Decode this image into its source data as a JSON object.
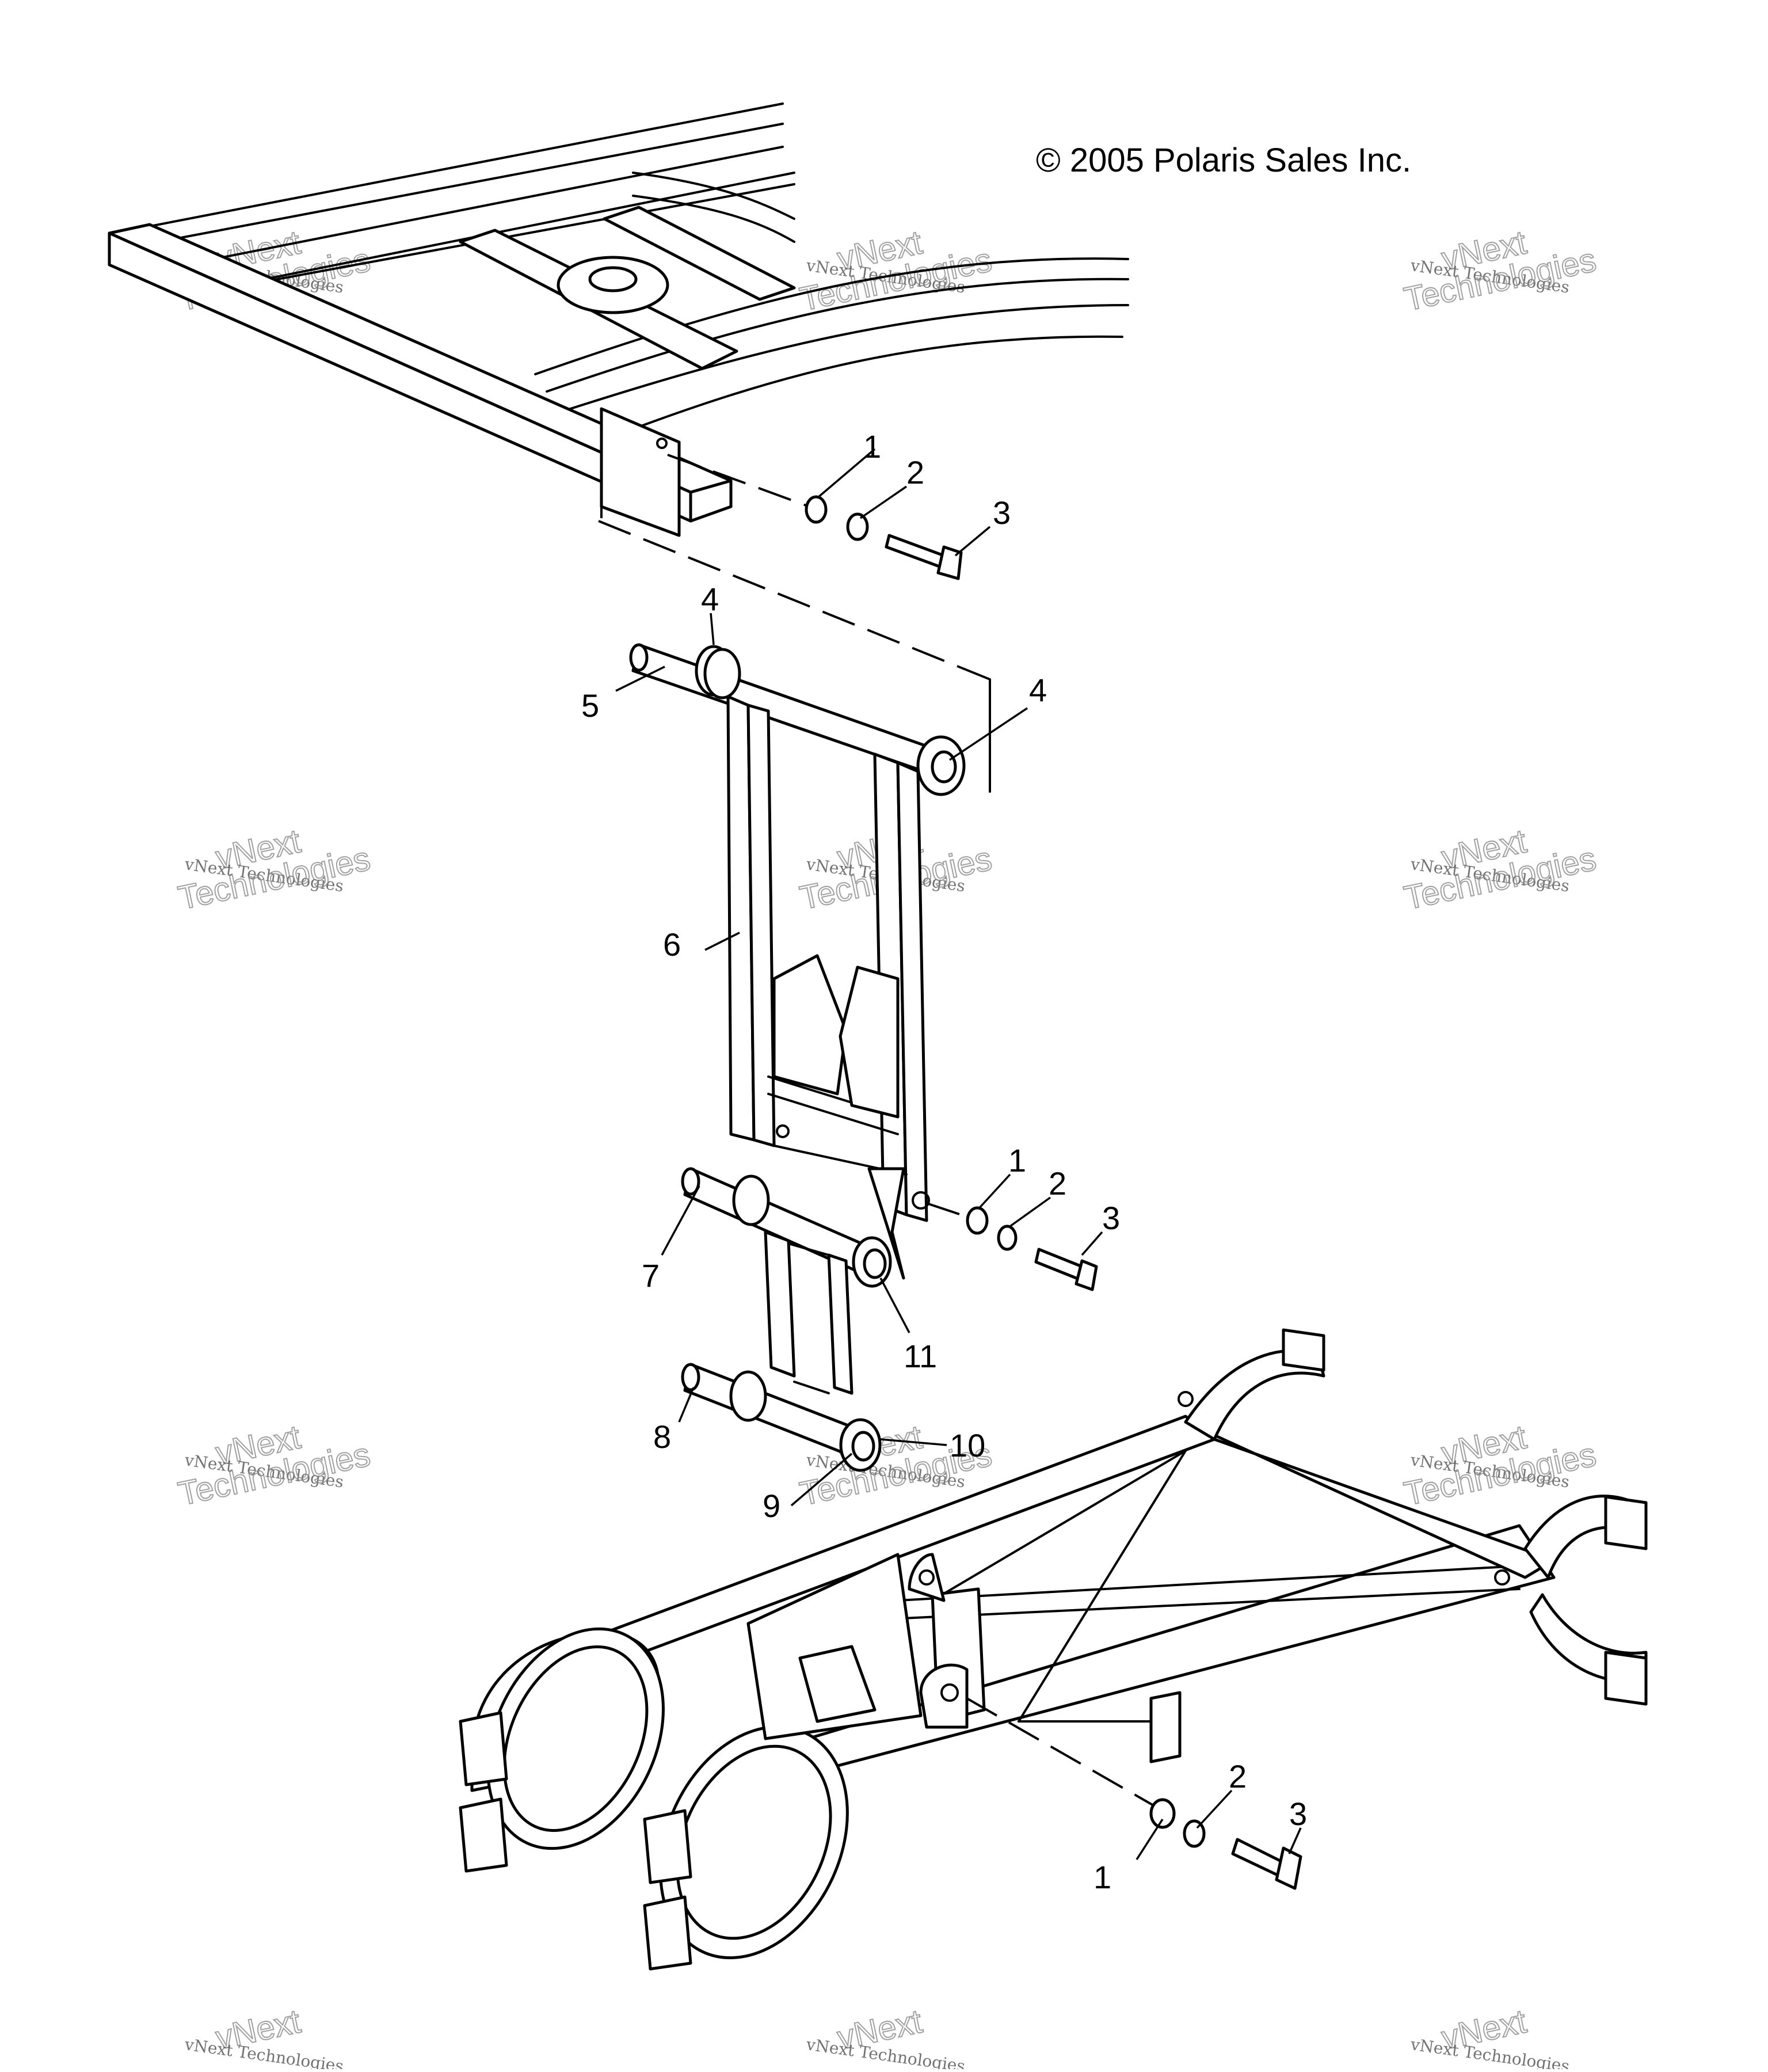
{
  "copyright": "© 2005 Polaris Sales Inc.",
  "watermark": {
    "small_text": "vNext Technologies",
    "large_text_top": "vNext",
    "large_text_bottom": "Technologies"
  },
  "callouts": {
    "top_1": "1",
    "top_2": "2",
    "top_3": "3",
    "upper_4": "4",
    "right_4": "4",
    "c5": "5",
    "c6": "6",
    "mid_1": "1",
    "mid_2": "2",
    "mid_3": "3",
    "c7": "7",
    "c8": "8",
    "c9": "9",
    "c10": "10",
    "c11": "11",
    "bot_1": "1",
    "bot_2": "2",
    "bot_3": "3"
  },
  "colors": {
    "ink": "#000000",
    "paper": "#ffffff",
    "watermark": "#8a8a8a"
  }
}
